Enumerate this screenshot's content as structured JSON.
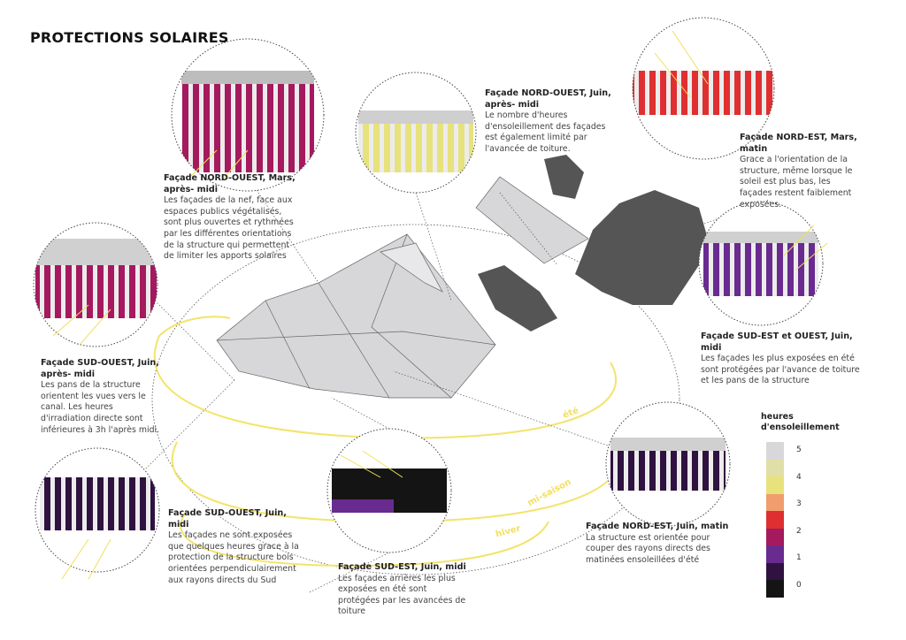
{
  "title": "PROTECTIONS SOLAIRES",
  "notes": [
    {
      "id": "no-mars",
      "heading": "Façade NORD-OUEST, Mars, après- midi",
      "body": "Les façades de la nef, face aux espaces publics végétalisés, sont plus ouvertes et rythmées par les différentes orientations de la structure qui permettent de limiter les apports solaires"
    },
    {
      "id": "no-juin",
      "heading": "Façade NORD-OUEST, Juin, après- midi",
      "body": "Le nombre d'heures d'ensoleillement des façades est également limité par l'avancée de toiture."
    },
    {
      "id": "ne-mars",
      "heading": "Façade NORD-EST, Mars, matin",
      "body": "Grace a l'orientation de la structure, même lorsque le soleil est plus bas, les façades restent faiblement exposées."
    },
    {
      "id": "se-o-juin",
      "heading": "Façade SUD-EST et OUEST, Juin, midi",
      "body": "Les façades les plus exposées en été sont protégées par l'avance de toiture et les pans de la structure"
    },
    {
      "id": "so-juin-am",
      "heading": "Façade SUD-OUEST, Juin, après- midi",
      "body": "Les pans de la structure orientent les vues vers le canal. Les heures d'irradiation directe sont inférieures à 3h l'après midi."
    },
    {
      "id": "so-juin-midi",
      "heading": "Façade SUD-OUEST, Juin, midi",
      "body": "Les façades ne sont exposées que quelques heures grace à la protection de la structure bois orientées perpendiculairement aux rayons directs du Sud"
    },
    {
      "id": "se-juin-midi",
      "heading": "Façade SUD-EST, Juin, midi",
      "body": "Les façades arrières les plus exposées en été sont protégées par les avancées de toiture"
    },
    {
      "id": "ne-juin",
      "heading": "Façade NORD-EST, Juin, matin",
      "body": "La structure est orientée pour couper des rayons directs des matinées ensoleillées d'été"
    }
  ],
  "sun_paths": {
    "summer": "été",
    "mid": "mi-saison",
    "winter": "hiver"
  },
  "legend": {
    "title": "heures d'ensoleillement",
    "colors": [
      "#d8d8da",
      "#e1dfa8",
      "#e7e27c",
      "#f09e6c",
      "#df2f30",
      "#a5195e",
      "#692b8f",
      "#2f1240",
      "#141414"
    ],
    "ticks": [
      "5",
      "4",
      "3",
      "2",
      "1",
      "0"
    ]
  }
}
